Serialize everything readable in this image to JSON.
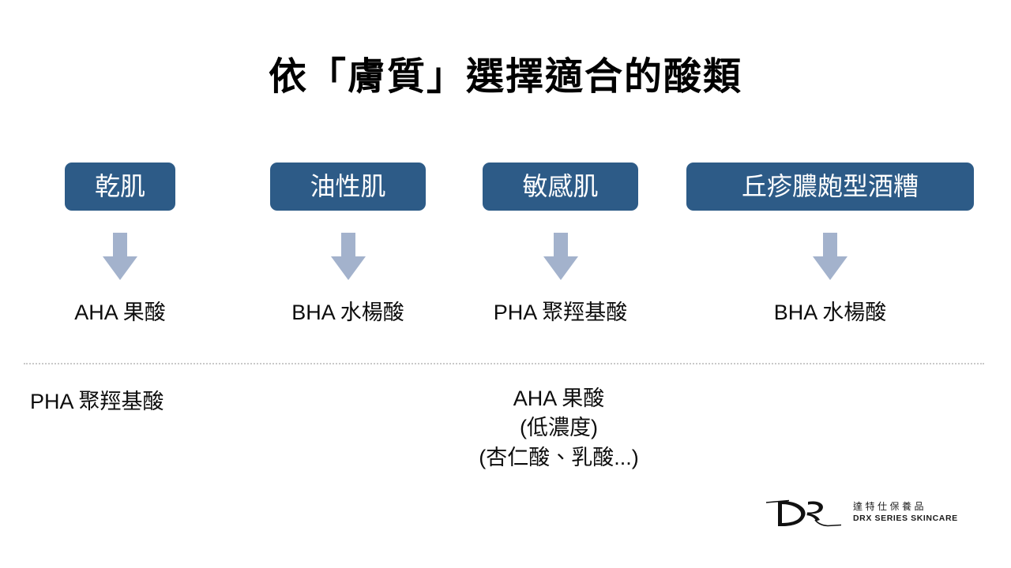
{
  "slide": {
    "title": "依「膚質」選擇適合的酸類",
    "background_color": "#ffffff",
    "pill_color": "#2d5b87",
    "pill_text_color": "#ffffff",
    "arrow_color": "#a3b2cc",
    "divider_color": "#c9c9c9",
    "text_color": "#0d0d0d"
  },
  "columns": [
    {
      "skin_type": "乾肌",
      "arrow": "down-arrow",
      "acid": "AHA 果酸"
    },
    {
      "skin_type": "油性肌",
      "arrow": "down-arrow",
      "acid": "BHA 水楊酸"
    },
    {
      "skin_type": "敏感肌",
      "arrow": "down-arrow",
      "acid": "PHA 聚羥基酸"
    },
    {
      "skin_type": "丘疹膿皰型酒糟",
      "arrow": "down-arrow",
      "acid": "BHA 水楊酸"
    }
  ],
  "lower": {
    "left_text": "PHA 聚羥基酸",
    "center_lines": [
      "AHA 果酸",
      "(低濃度)",
      "(杏仁酸、乳酸...)"
    ]
  },
  "logo": {
    "mark": "drx-monogram-icon",
    "name_cn": "達特仕保養品",
    "name_en": "DRX SERIES SKINCARE"
  }
}
